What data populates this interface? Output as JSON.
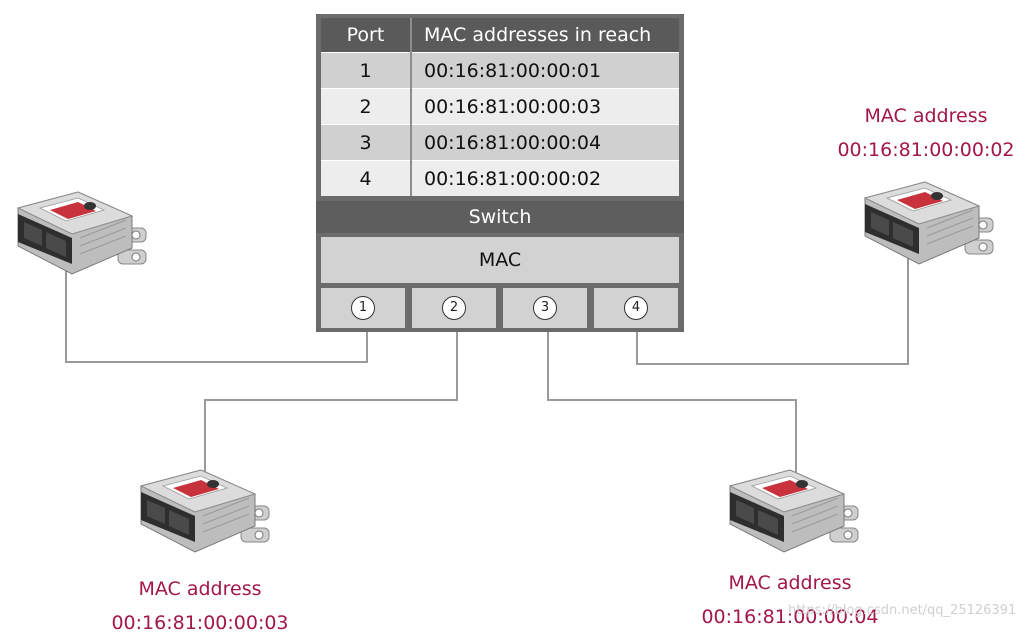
{
  "table": {
    "headers": [
      "Port",
      "MAC addresses in reach"
    ],
    "rows": [
      [
        "1",
        "00:16:81:00:00:01"
      ],
      [
        "2",
        "00:16:81:00:00:03"
      ],
      [
        "3",
        "00:16:81:00:00:04"
      ],
      [
        "4",
        "00:16:81:00:00:02"
      ]
    ]
  },
  "switch": {
    "label": "Switch",
    "mac_label": "MAC",
    "ports": [
      "1",
      "2",
      "3",
      "4"
    ]
  },
  "devices": {
    "right": {
      "label": "MAC address",
      "address": "00:16:81:00:00:02"
    },
    "bottom_left": {
      "label": "MAC address",
      "address": "00:16:81:00:00:03"
    },
    "bottom_right": {
      "label": "MAC address",
      "address": "00:16:81:00:00:04"
    }
  },
  "watermark": "https://blog.csdn.net/qq_25126391",
  "colors": {
    "label_red": "#a3164a",
    "switch_dark": "#5a5a5a",
    "cell_light": "#ededed",
    "cell_dark": "#d0d0d0"
  }
}
